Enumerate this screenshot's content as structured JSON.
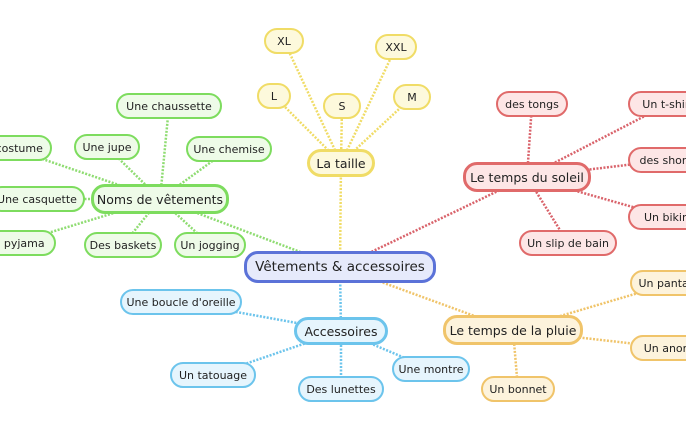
{
  "center": "Vêtements & accessoires",
  "branches": [
    {
      "hub": "Noms de vêtements",
      "color": "green",
      "leaves": [
        "Une chaussette",
        "Une jupe",
        "Une chemise",
        "Un costume",
        "Une casquette",
        "Un pyjama",
        "Des baskets",
        "Un jogging"
      ]
    },
    {
      "hub": "La taille",
      "color": "yellow",
      "leaves": [
        "XL",
        "XXL",
        "L",
        "S",
        "M"
      ]
    },
    {
      "hub": "Le temps du soleil",
      "color": "red",
      "leaves": [
        "des tongs",
        "Un t-shirt",
        "des shorts",
        "Un bikini",
        "Un slip de bain"
      ]
    },
    {
      "hub": "Le temps de la pluie",
      "color": "orange",
      "leaves": [
        "Un pantalon",
        "Un anorak",
        "Un bonnet"
      ]
    },
    {
      "hub": "Accessoires",
      "color": "blue",
      "leaves": [
        "Une boucle d'oreille",
        "Un tatouage",
        "Des lunettes",
        "Une montre"
      ]
    }
  ],
  "line_colors": {
    "green": "#8fdc72",
    "yellow": "#f0dc66",
    "red": "#d9636b",
    "orange": "#f0c46a",
    "blue": "#6cc4ec"
  }
}
